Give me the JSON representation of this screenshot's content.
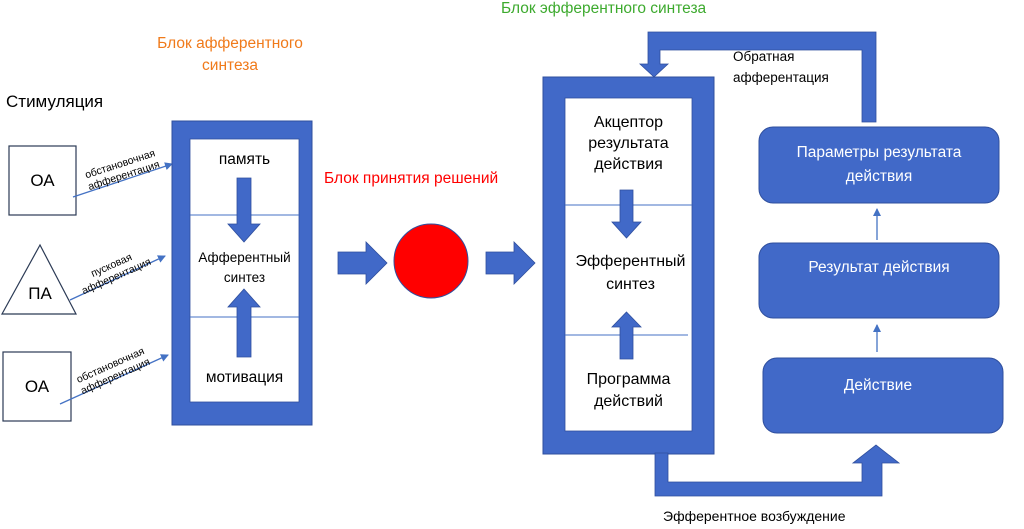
{
  "colors": {
    "block_blue": "#4169C8",
    "block_stroke": "#2F4F9E",
    "decision_red": "#FF0000",
    "afferent_title": "#F07A1A",
    "efferent_title": "#3DAA2E",
    "decision_title": "#FF0000"
  },
  "stimulation": {
    "title": "Стимуляция",
    "inputs": [
      {
        "shape": "square",
        "label": "ОА",
        "arrow_label": [
          "обстановочная",
          "афферентация"
        ]
      },
      {
        "shape": "triangle",
        "label": "ПА",
        "arrow_label": [
          "пусковая",
          "афферентация"
        ]
      },
      {
        "shape": "square",
        "label": "ОА",
        "arrow_label": [
          "обстановочная",
          "афферентация"
        ]
      }
    ]
  },
  "afferent_block": {
    "title": [
      "Блок афферентного",
      "синтеза"
    ],
    "top": "память",
    "middle": [
      "Афферентный",
      "синтез"
    ],
    "bottom": "мотивация"
  },
  "decision_block": {
    "title": "Блок принятия решений"
  },
  "efferent_block": {
    "title": "Блок эфферентного синтеза",
    "top": [
      "Акцептор",
      "результата",
      "действия"
    ],
    "middle": [
      "Эфферентный",
      "синтез"
    ],
    "bottom": [
      "Программа",
      "действий"
    ]
  },
  "action_chain": {
    "params": [
      "Параметры результата",
      "действия"
    ],
    "result": "Результат действия",
    "action": "Действие"
  },
  "feedback_label": [
    "Обратная",
    "афферентация"
  ],
  "efferent_excitation_label": "Эфферентное возбуждение"
}
